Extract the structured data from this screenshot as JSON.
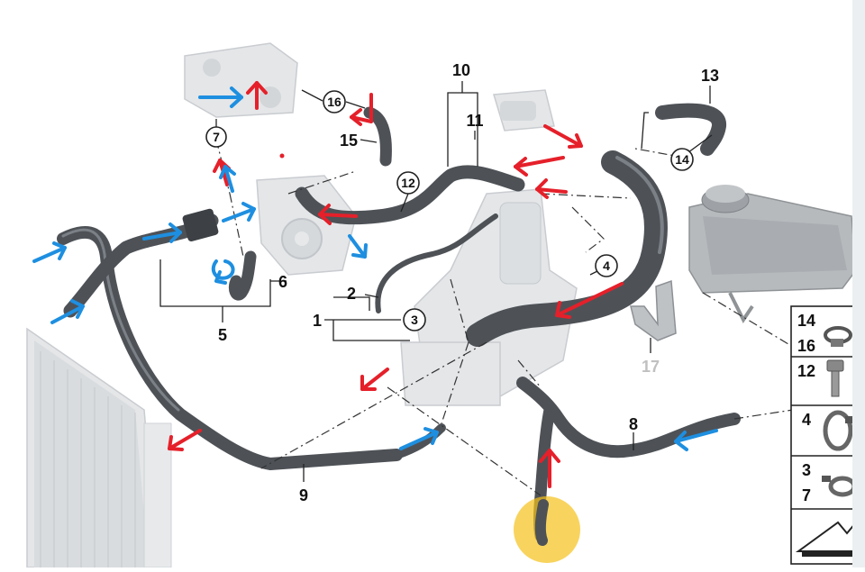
{
  "diagram": {
    "callouts": {
      "c7": "7",
      "c16": "16",
      "c12": "12",
      "c3": "3",
      "c4": "4",
      "c14": "14"
    },
    "labels": {
      "l10": "10",
      "l11": "11",
      "l15": "15",
      "l13": "13",
      "l2": "2",
      "l1": "1",
      "l5": "5",
      "l6": "6",
      "l8": "8",
      "l9": "9",
      "l17": "17"
    },
    "parts_panel": {
      "row1_top": "14",
      "row1_bottom": "16",
      "row2": "12",
      "row3": "4",
      "row4_top": "3",
      "row4_bottom": "7"
    },
    "arrow_colors": {
      "red": "#e5202a",
      "blue": "#1e8fe0",
      "highlight": "#f5c21a"
    }
  }
}
